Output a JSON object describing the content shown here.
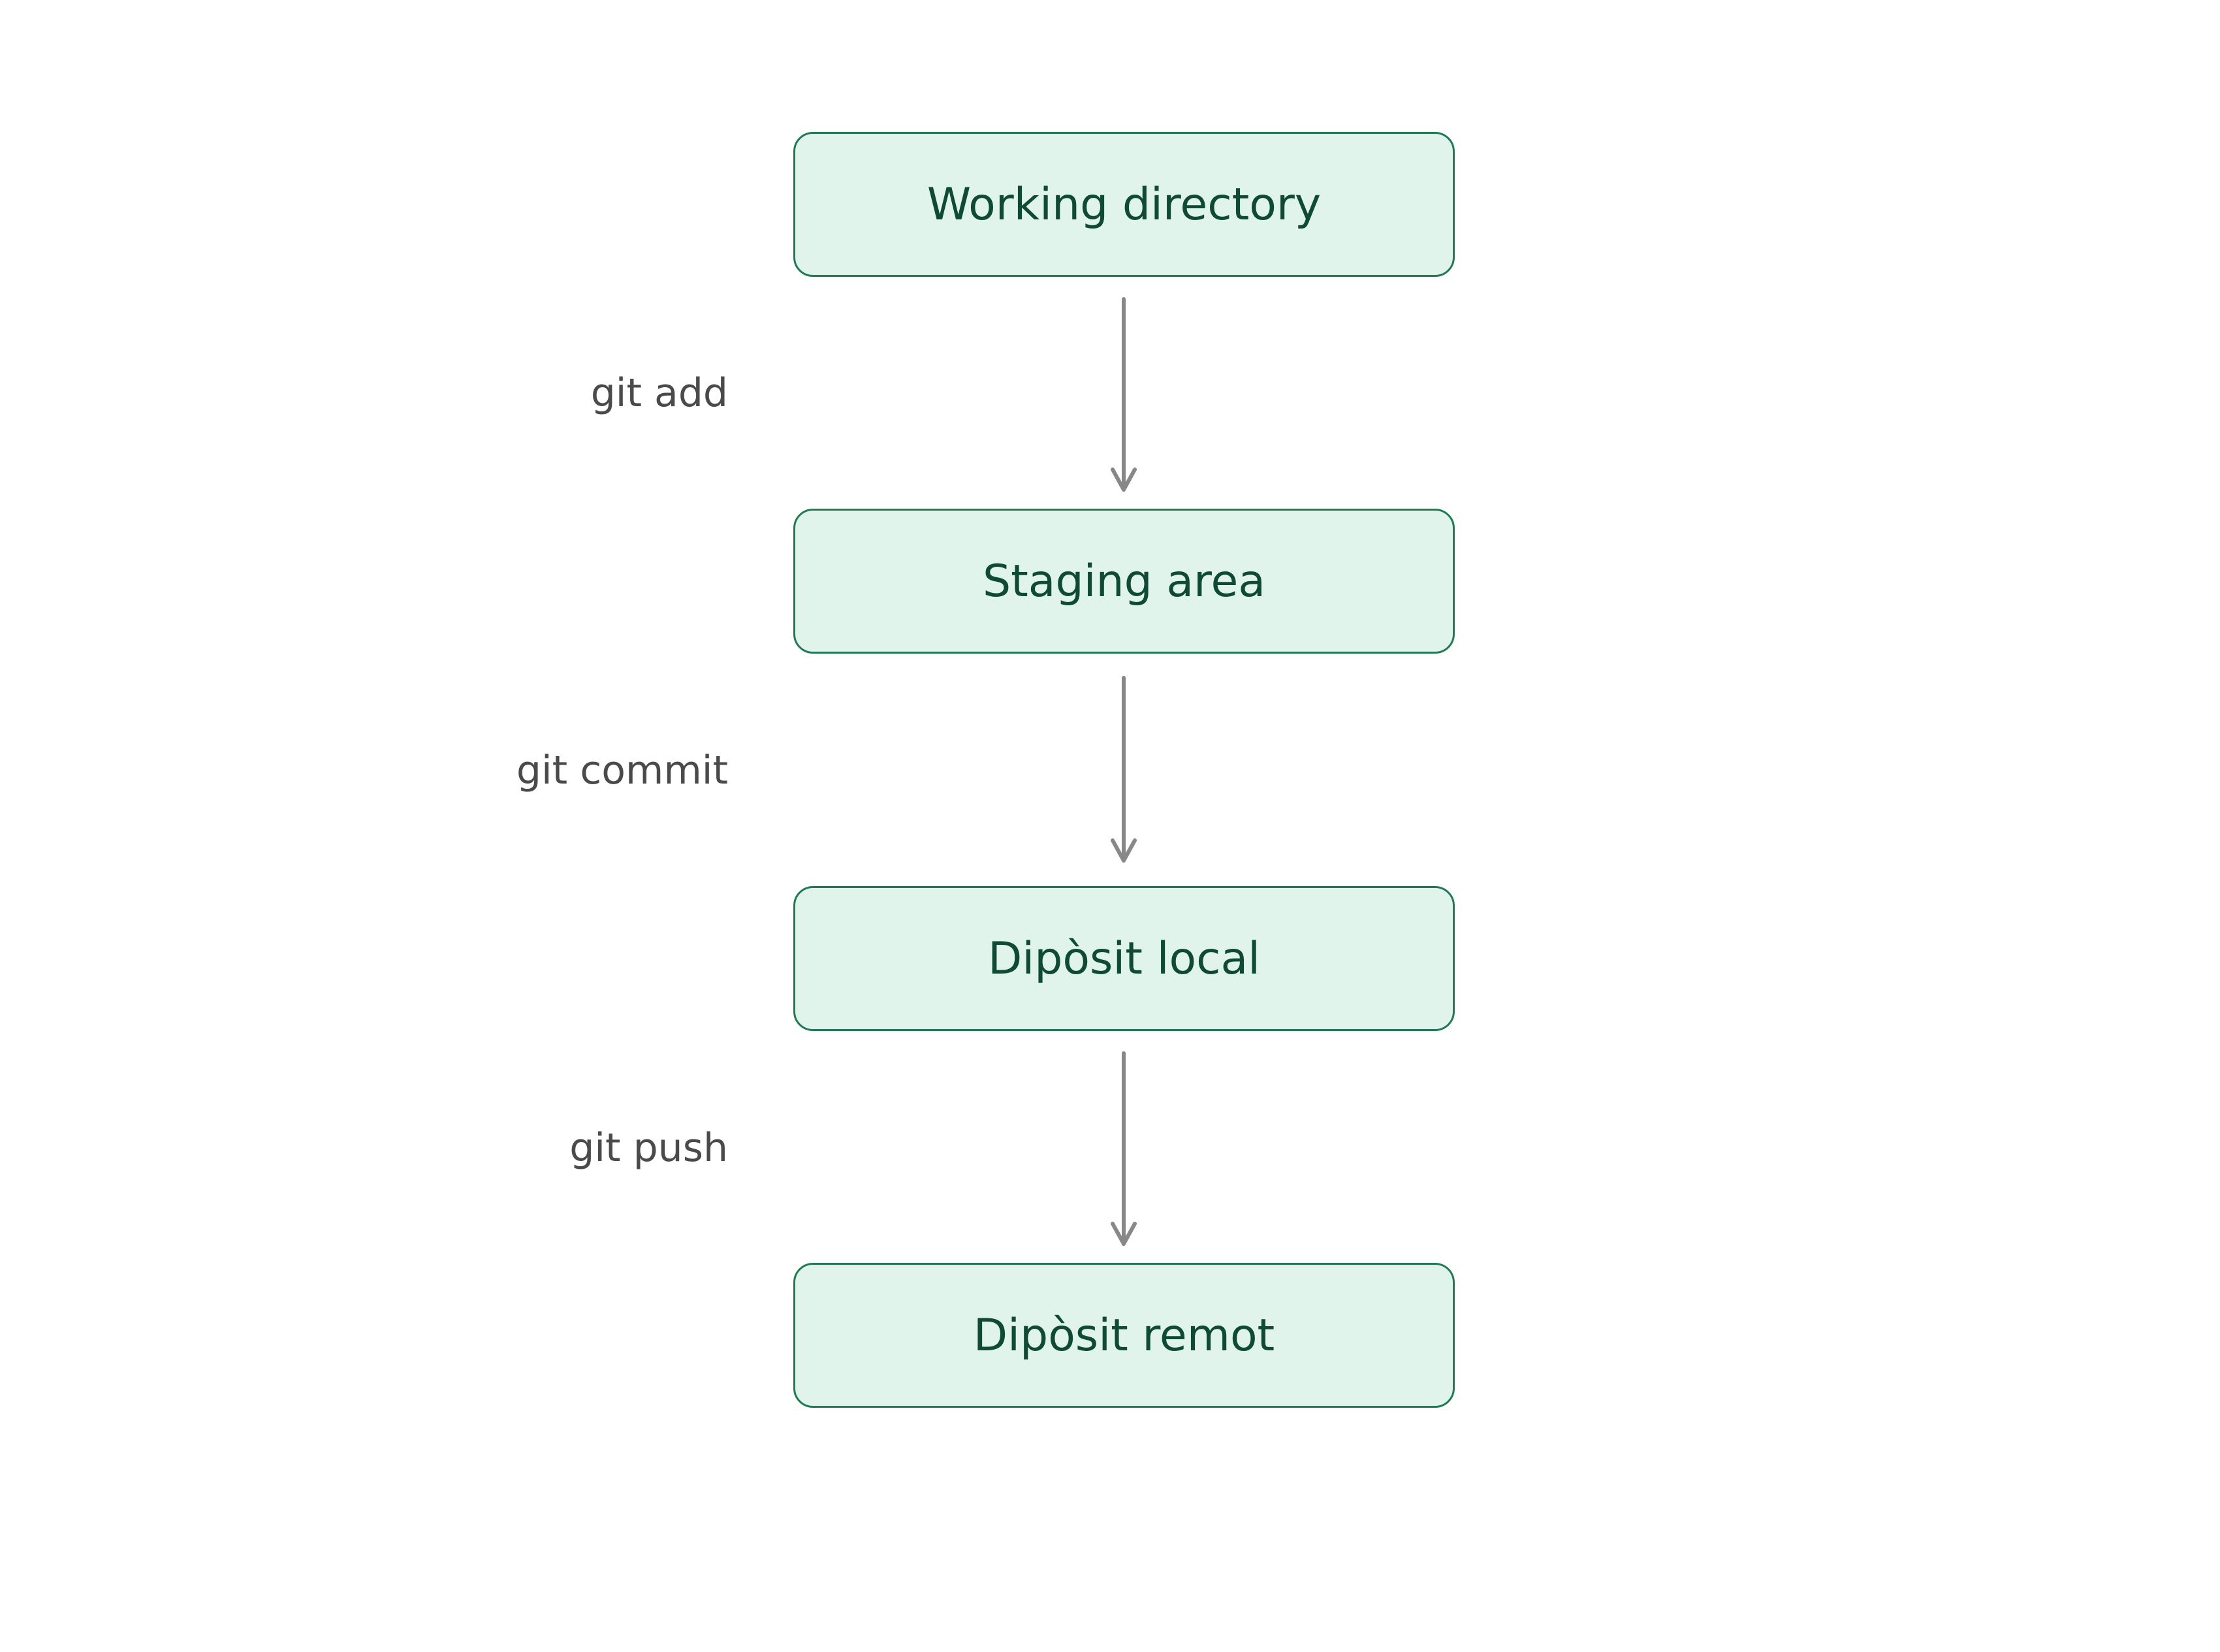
{
  "diagram": {
    "nodes": [
      {
        "label": "Working directory"
      },
      {
        "label": "Staging area"
      },
      {
        "label": "Dipòsit local"
      },
      {
        "label": "Dipòsit remot"
      }
    ],
    "edges": [
      {
        "label": "git add"
      },
      {
        "label": "git commit"
      },
      {
        "label": "git push"
      }
    ],
    "colors": {
      "node_fill": "#e1f4ec",
      "node_border": "#1f7a55",
      "node_text": "#0f4a37",
      "edge_stroke": "#888888",
      "edge_text": "#4a4a4a"
    }
  }
}
